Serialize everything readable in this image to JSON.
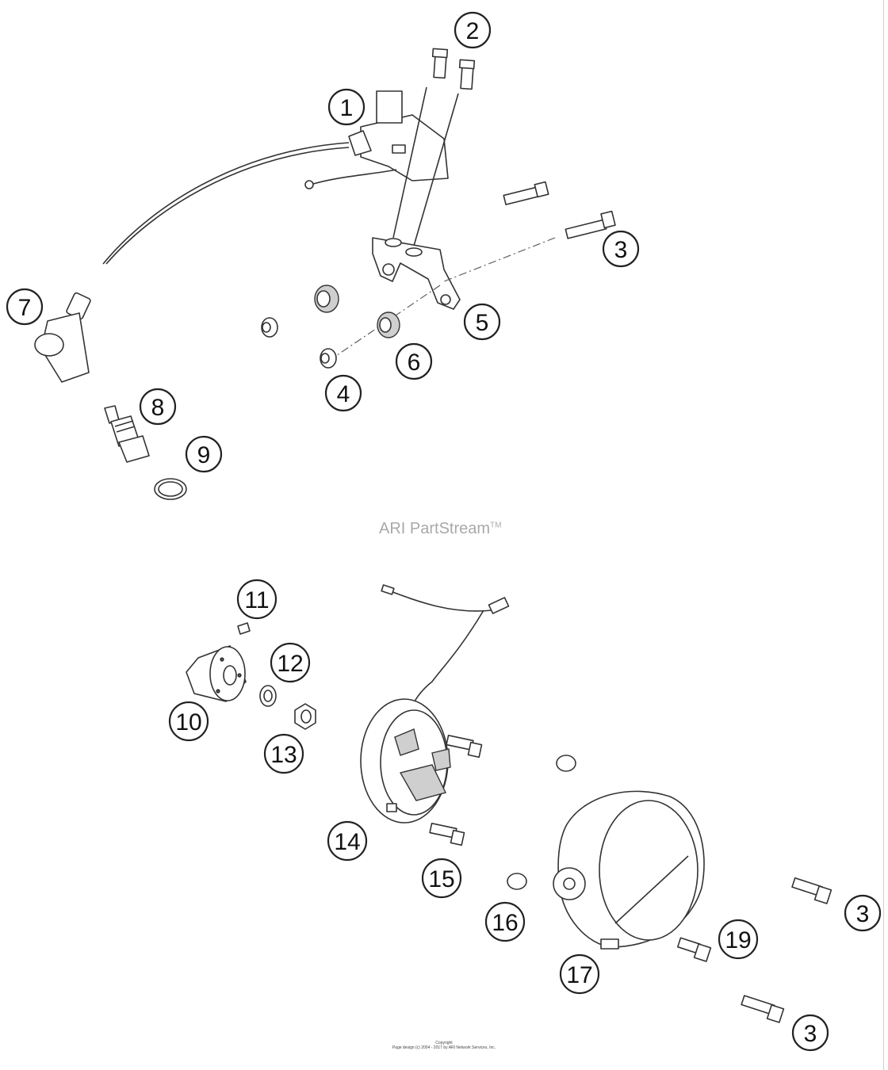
{
  "watermark": {
    "text": "ARI PartStream",
    "tm": "TM"
  },
  "copyright": {
    "line1": "Copyright",
    "line2": "Page design (c) 2004 - 2017 by ARI Network Services, Inc."
  },
  "callouts": [
    "1",
    "2",
    "3",
    "4",
    "5",
    "6",
    "7",
    "8",
    "9",
    "10",
    "11",
    "12",
    "13",
    "14",
    "15",
    "16",
    "17",
    "19",
    "3",
    "3"
  ],
  "colors": {
    "line": "#333333",
    "watermark": "#a9a9a9"
  }
}
